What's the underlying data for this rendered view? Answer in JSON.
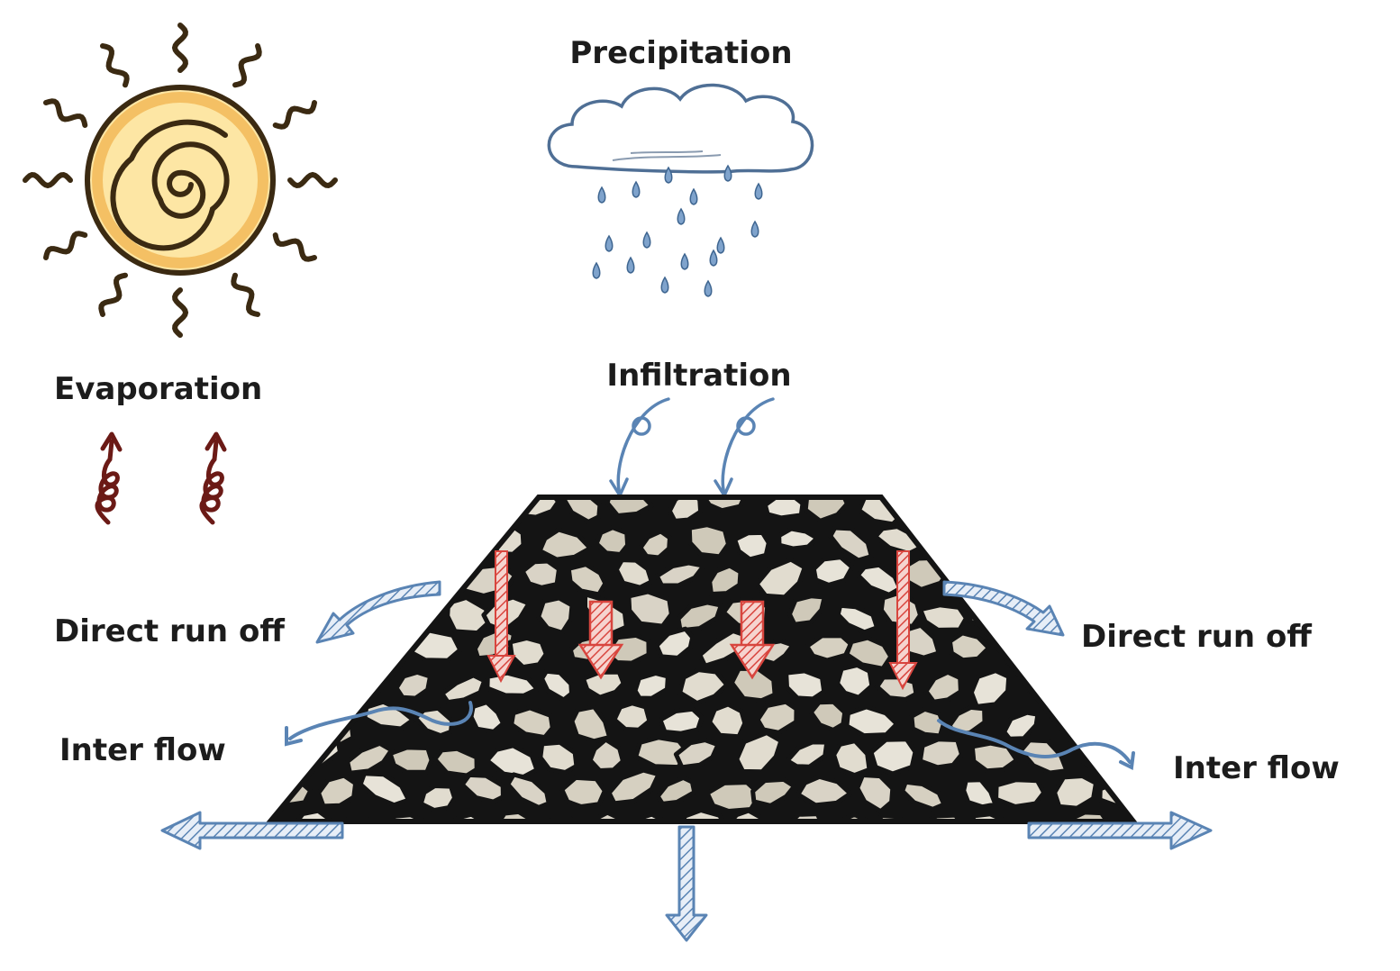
{
  "labels": {
    "precipitation": "Precipitation",
    "evaporation": "Evaporation",
    "infiltration": "Infiltration",
    "direct_run_off_left": "Direct run off",
    "direct_run_off_right": "Direct run off",
    "inter_flow_left": "Inter flow",
    "inter_flow_right": "Inter flow"
  },
  "colors": {
    "sun_fill": "#fde6a4",
    "sun_ring": "#f4c064",
    "sun_line": "#3b2a12",
    "rain": "#5a84b4",
    "flow_arrow": "#5a84b4",
    "percolation_arrow": "#d8453e",
    "evaporation_arrow": "#6b1a16",
    "rock_fill": "#dcd6c8",
    "rock_outline": "#141414"
  }
}
